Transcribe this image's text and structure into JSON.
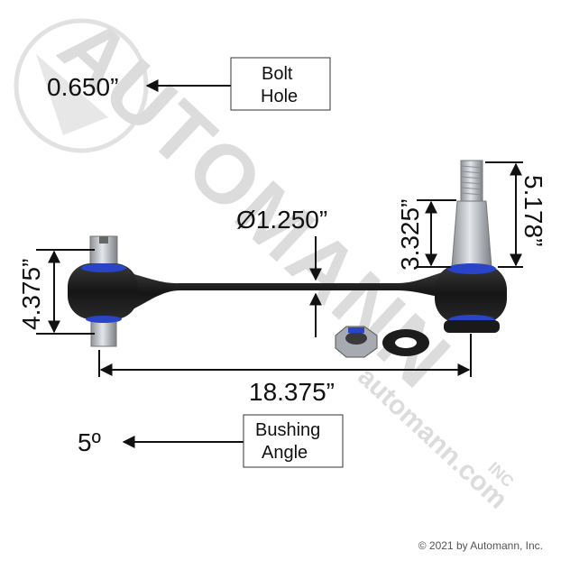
{
  "watermark": {
    "brand": "AUTOMANN",
    "url": "automann.com",
    "inc": "INC",
    "color": "#9a9a9a"
  },
  "dimensions": {
    "bolt_hole": "0.650”",
    "diameter": "Ø1.250”",
    "stud_height": "3.325”",
    "total_height": "5.178”",
    "left_height": "4.375”",
    "length": "18.375”",
    "bushing_angle": "5º"
  },
  "callouts": {
    "bolt_hole_line1": "Bolt",
    "bolt_hole_line2": "Hole",
    "bushing_line1": "Bushing",
    "bushing_line2": "Angle"
  },
  "copyright": "© 2021 by Automann, Inc.",
  "colors": {
    "arm": "#1c1c1c",
    "bushing_blue": "#2a44c8",
    "metal": "#b8bcc2"
  }
}
